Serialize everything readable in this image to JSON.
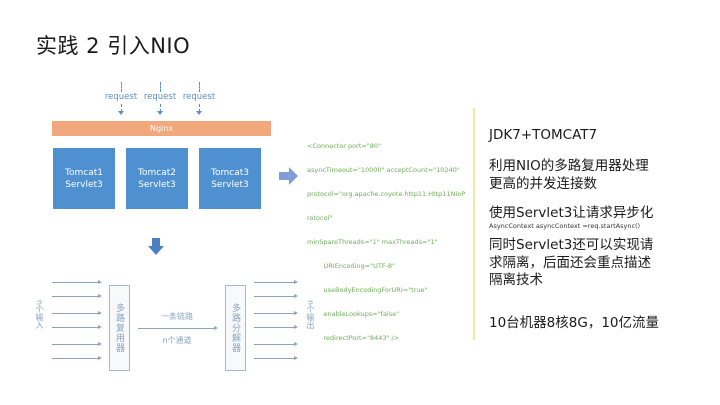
{
  "title": "实践 2 引入NIO",
  "top_diagram": {
    "requests": [
      "request",
      "request",
      "request"
    ],
    "load_balancer": "Nginx",
    "servers": [
      {
        "name": "Tomcat1",
        "spec": "Servlet3"
      },
      {
        "name": "Tomcat2",
        "spec": "Servlet3"
      },
      {
        "name": "Tomcat3",
        "spec": "Servlet3"
      }
    ]
  },
  "connector_config": [
    "<Connector port=\"80\"",
    "asyncTimeout=\"10000\" acceptCount=\"10240\"",
    "protocol=\"org.apache.coyote.http11.Http11NioP",
    "rotocol\"",
    "minSpareThreads=\"1\" maxThreads=\"1\"",
    "        URIEncoding=\"UTF-8\"",
    "        useBodyEncodingForURI=\"true\"",
    "        enableLookups=\"false\"",
    "        redirectPort=\"8443\" />"
  ],
  "multiplex_diagram": {
    "input_label": "n个输入",
    "multiplexer": "多路复用器",
    "link_label": "一条链路",
    "channel_label": "n个通道",
    "demultiplexer": "多路分解器",
    "output_label": "n个输出"
  },
  "notes": {
    "stack": "JDK7+TOMCAT7",
    "nio_line1": "利用NIO的多路复用器处理",
    "nio_line2": "更高的并发连接数",
    "servlet_async": "使用Servlet3让请求异步化",
    "async_code": "AsyncContext asyncContext  =req.startAsync()",
    "isolation_line1": "同时Servlet3还可以实现请",
    "isolation_line2": "求隔离，后面还会重点描述",
    "isolation_line3": "隔离技术",
    "scale": "10台机器8核8G，10亿流量"
  },
  "colors": {
    "nginx": "#f0a87c",
    "tomcat": "#4e90d0",
    "arrow": "#7d9fd6",
    "down_arrow": "#4a7fc1",
    "code_text": "#6fae5a",
    "accent_line": "#efe6a8",
    "diagram_line": "#8aa3bf"
  }
}
